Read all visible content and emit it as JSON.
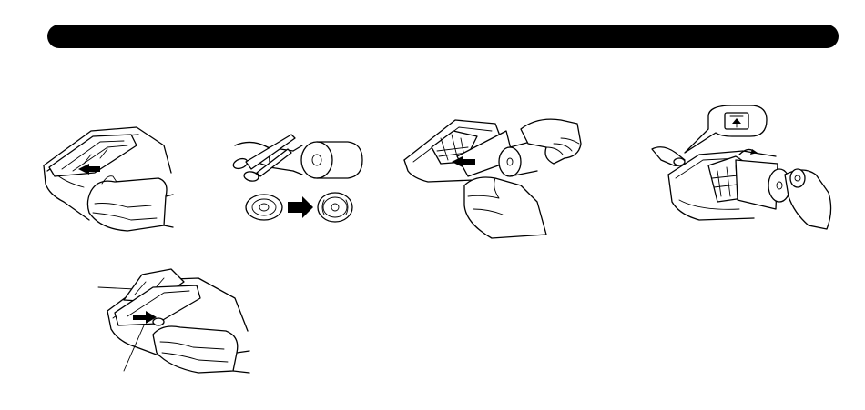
{
  "header": {
    "color": "#000000"
  },
  "steps": [
    {
      "icon": "remove-cover-illustration"
    },
    {
      "icon": "cut-paper-roll-illustration"
    },
    {
      "icon": "insert-paper-illustration"
    },
    {
      "icon": "paper-feed-illustration",
      "key_icon": "paper-feed-key-icon"
    },
    {
      "icon": "replace-cover-illustration"
    }
  ]
}
